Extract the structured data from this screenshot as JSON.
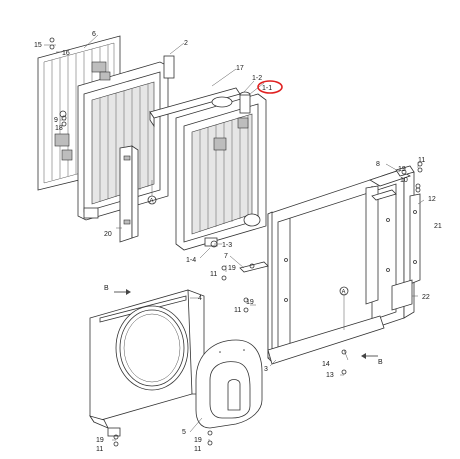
{
  "diagram": {
    "highlight_color": "#e02020",
    "highlighted_label": "1-1",
    "callouts": [
      {
        "id": "c-15",
        "text": "15"
      },
      {
        "id": "c-16",
        "text": "16"
      },
      {
        "id": "c-6",
        "text": "6"
      },
      {
        "id": "c-2",
        "text": "2"
      },
      {
        "id": "c-17",
        "text": "17"
      },
      {
        "id": "c-1-2",
        "text": "1-2"
      },
      {
        "id": "c-1-1",
        "text": "1-1"
      },
      {
        "id": "c-9",
        "text": "9"
      },
      {
        "id": "c-18",
        "text": "18"
      },
      {
        "id": "c-20",
        "text": "20"
      },
      {
        "id": "c-A1",
        "text": "A"
      },
      {
        "id": "c-1-3",
        "text": "1-3"
      },
      {
        "id": "c-1-4",
        "text": "1-4"
      },
      {
        "id": "c-7",
        "text": "7"
      },
      {
        "id": "c-19a",
        "text": "19"
      },
      {
        "id": "c-11a",
        "text": "11"
      },
      {
        "id": "c-8",
        "text": "8"
      },
      {
        "id": "c-19b",
        "text": "19"
      },
      {
        "id": "c-11b",
        "text": "11"
      },
      {
        "id": "c-10",
        "text": "10"
      },
      {
        "id": "c-12",
        "text": "12"
      },
      {
        "id": "c-21",
        "text": "21"
      },
      {
        "id": "c-B1",
        "text": "B"
      },
      {
        "id": "c-4",
        "text": "4"
      },
      {
        "id": "c-19c",
        "text": "19"
      },
      {
        "id": "c-11c",
        "text": "11"
      },
      {
        "id": "c-A2",
        "text": "A"
      },
      {
        "id": "c-22",
        "text": "22"
      },
      {
        "id": "c-3",
        "text": "3"
      },
      {
        "id": "c-14",
        "text": "14"
      },
      {
        "id": "c-B2",
        "text": "B"
      },
      {
        "id": "c-13",
        "text": "13"
      },
      {
        "id": "c-5",
        "text": "5"
      },
      {
        "id": "c-19d",
        "text": "19"
      },
      {
        "id": "c-11d",
        "text": "11"
      },
      {
        "id": "c-19e",
        "text": "19"
      },
      {
        "id": "c-11e",
        "text": "11"
      }
    ]
  }
}
